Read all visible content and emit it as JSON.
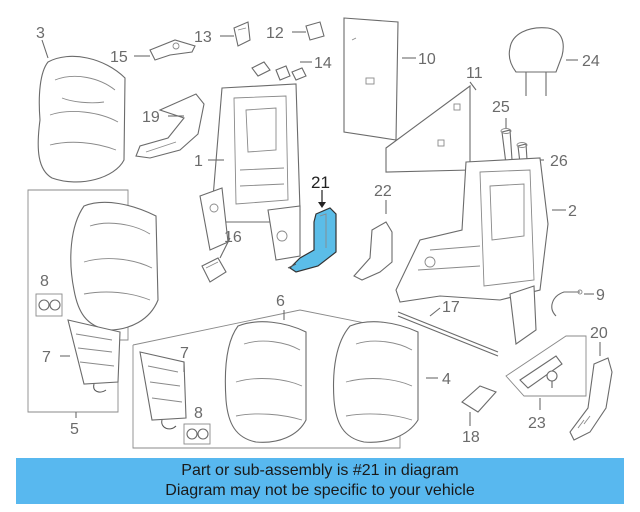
{
  "diagram": {
    "highlight_color": "#5bbde8",
    "highlighted_callout": "21",
    "callouts": {
      "c1": "1",
      "c2": "2",
      "c3": "3",
      "c4": "4",
      "c5": "5",
      "c6": "6",
      "c7a": "7",
      "c7b": "7",
      "c8a": "8",
      "c8b": "8",
      "c9": "9",
      "c10": "10",
      "c11": "11",
      "c12": "12",
      "c13": "13",
      "c14": "14",
      "c15": "15",
      "c16": "16",
      "c17": "17",
      "c18": "18",
      "c19": "19",
      "c20": "20",
      "c21": "21",
      "c22": "22",
      "c23": "23",
      "c24": "24",
      "c25": "25",
      "c26": "26"
    }
  },
  "banner": {
    "color": "#58b8ef",
    "line1": "Part or sub-assembly is #21 in diagram",
    "line2": "Diagram may not be specific to your vehicle"
  }
}
